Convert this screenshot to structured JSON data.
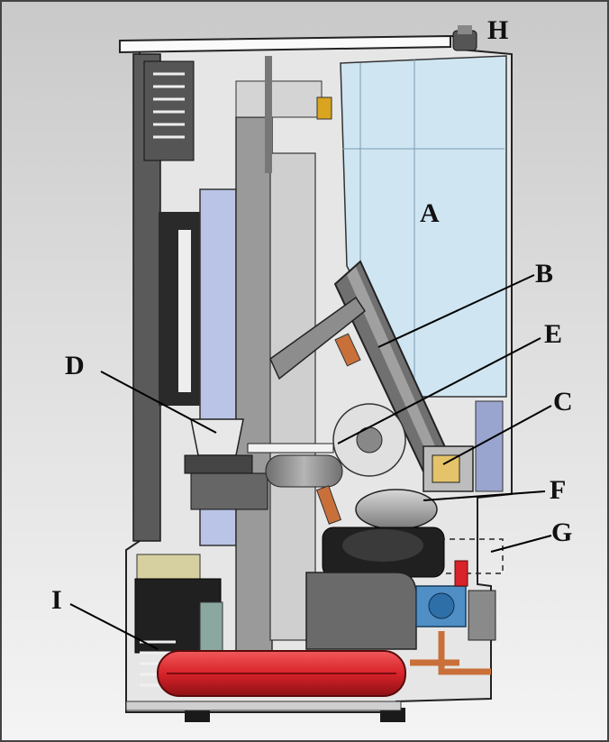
{
  "diagram": {
    "labels": {
      "A": "A",
      "B": "B",
      "C": "C",
      "D": "D",
      "E": "E",
      "F": "F",
      "G": "G",
      "H": "H",
      "I": "I"
    },
    "colors": {
      "background_top": "#c9c9c9",
      "background_bottom": "#f4f4f4",
      "hopper_blue": "#cfe6f2",
      "chamber_blue": "#b9c4e6",
      "body_gray": "#8f8f8f",
      "dark_gray": "#3a3a3a",
      "pan_red": "#d8232a",
      "copper": "#c9703a",
      "outline": "#222222"
    }
  }
}
